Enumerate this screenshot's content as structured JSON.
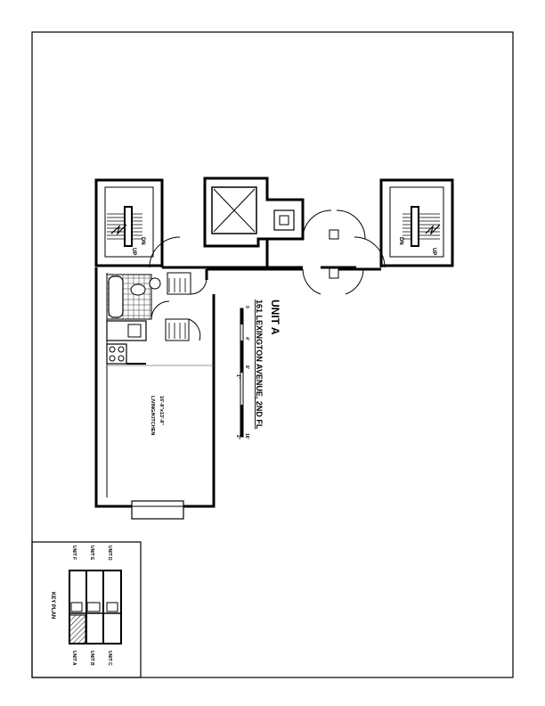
{
  "title": {
    "unit": "UNIT A",
    "address": "161 LEXINGTON AVENUE, 2ND FL"
  },
  "scale_bar": {
    "feet_labels": [
      "0",
      "4'",
      "8'",
      "16'"
    ],
    "inch_labels": [
      "1\"",
      "2\""
    ]
  },
  "rooms": {
    "living_name": "LIVING/KITCHEN",
    "living_size": "16'-8\"x13'-8\""
  },
  "stairs": {
    "up": "UP",
    "down": "DN"
  },
  "key_plan": {
    "title": "KEY PLAN",
    "units_top": [
      "UNIT D",
      "UNIT E",
      "UNIT F"
    ],
    "units_bottom": [
      "UNIT C",
      "UNIT B",
      "UNIT A"
    ],
    "highlighted": "UNIT A"
  }
}
